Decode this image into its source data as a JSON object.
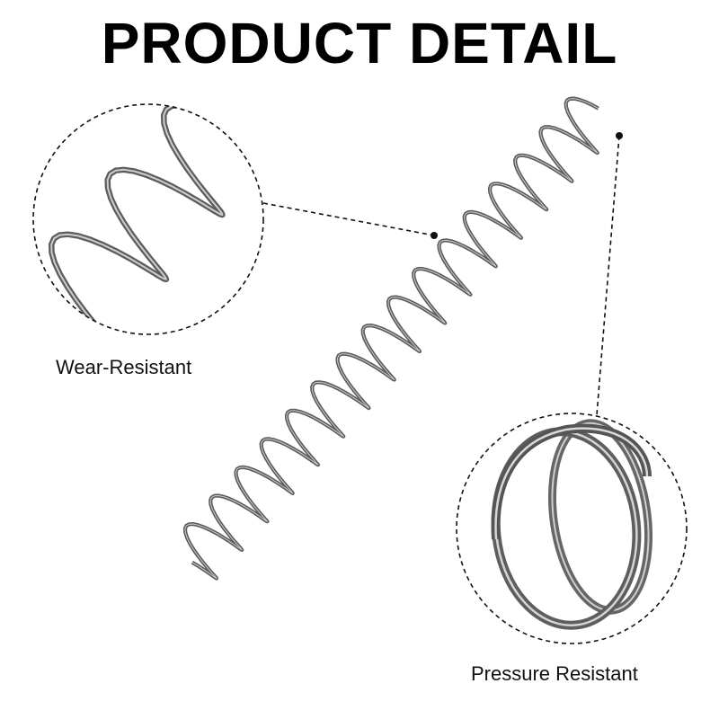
{
  "title": "PRODUCT DETAIL",
  "callouts": [
    {
      "id": "wear",
      "label": "Wear-Resistant"
    },
    {
      "id": "pressure",
      "label": "Pressure Resistant"
    }
  ],
  "colors": {
    "background": "#ffffff",
    "text": "#000000",
    "spring_metal": "#6f6f6f",
    "spring_highlight": "#c8c8c8",
    "dashed_line": "#111111"
  }
}
